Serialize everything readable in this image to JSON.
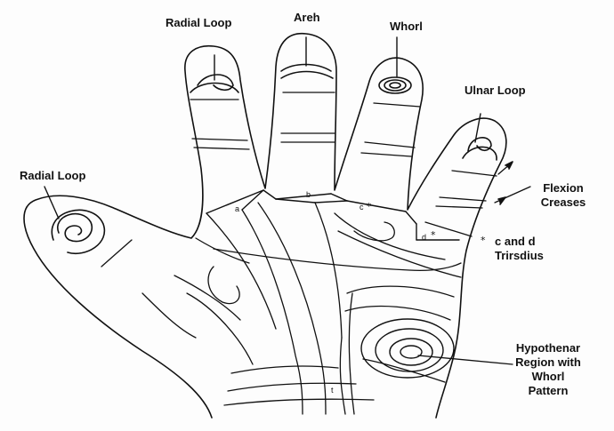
{
  "labels": {
    "radial_loop_index": "Radial Loop",
    "arch_middle": "Areh",
    "whorl_ring": "Whorl",
    "ulnar_loop_little": "Ulnar Loop",
    "radial_loop_thumb": "Radial Loop",
    "flexion_creases_line1": "Flexion",
    "flexion_creases_line2": "Creases",
    "triradius_line1": "c and d",
    "triradius_line2": "Trirsdius",
    "hypothenar_line1": "Hypothenar",
    "hypothenar_line2": "Region with",
    "hypothenar_line3": "Whorl",
    "hypothenar_line4": "Pattern"
  },
  "triradius_marks": {
    "a": "a",
    "b": "b",
    "c": "c",
    "d": "d",
    "t": "t",
    "star": "*"
  },
  "colors": {
    "ink": "#111111",
    "background": "#fdfdfd"
  }
}
